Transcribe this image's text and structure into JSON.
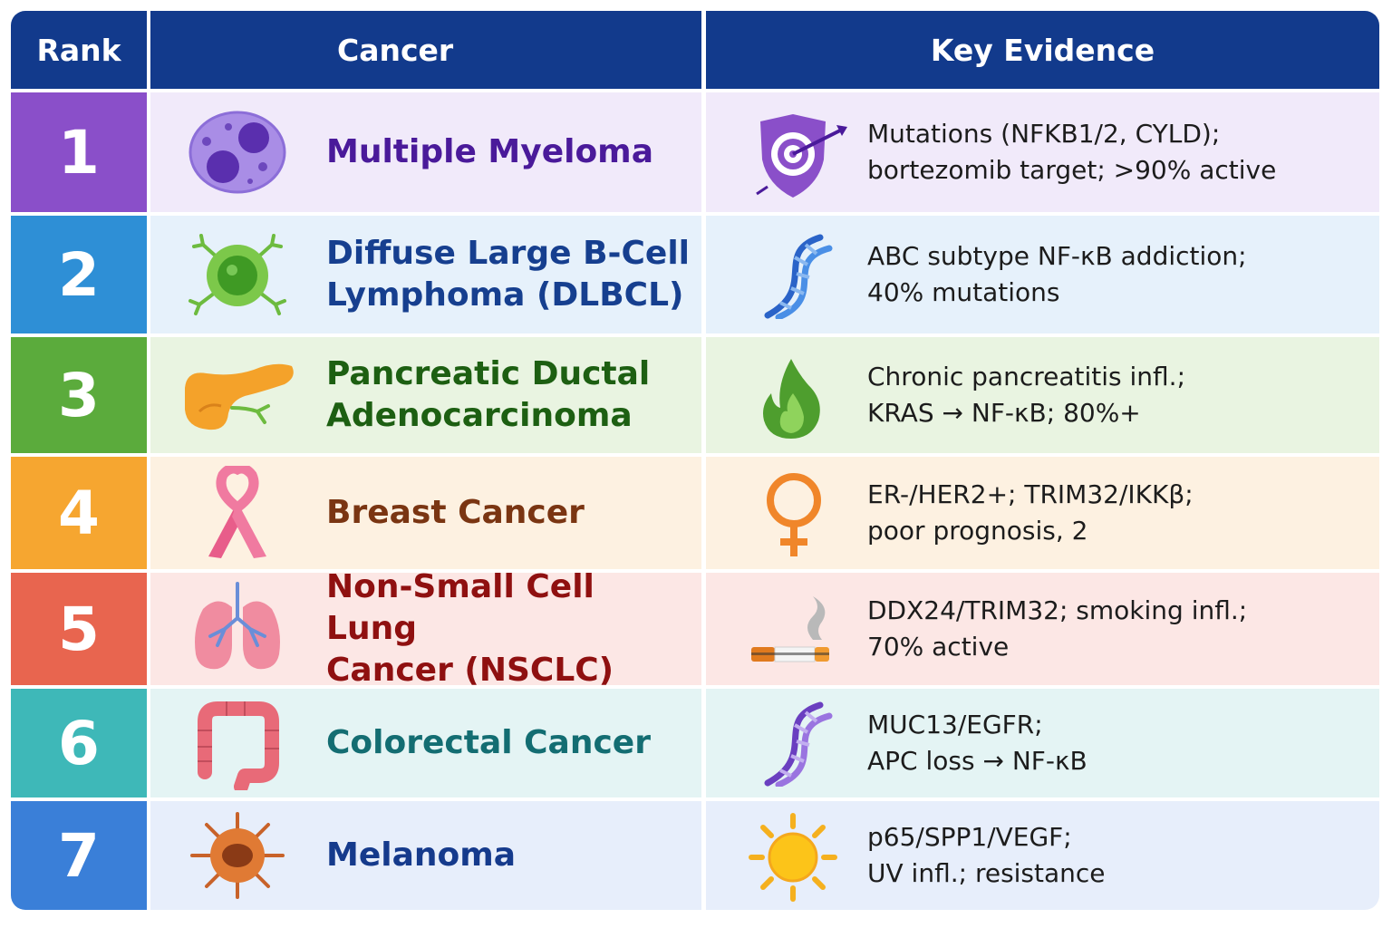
{
  "table": {
    "headers": {
      "rank": "Rank",
      "cancer": "Cancer",
      "evidence": "Key Evidence"
    },
    "header_color": "#123a8c",
    "rows": [
      {
        "rank": "1",
        "cancer": "Multiple Myeloma",
        "evidence": "Mutations (NFKB1/2, CYLD);\nbortezomib target; >90% active",
        "cancer_icon": "myeloma-cell-icon",
        "evidence_icon": "target-shield-icon",
        "rank_color": "#8a4fc9",
        "tint": "#f1eafa",
        "name_color": "#4a1a9a"
      },
      {
        "rank": "2",
        "cancer": "Diffuse Large B-Cell\nLymphoma (DLBCL)",
        "evidence": "ABC subtype NF-κB addiction;\n40% mutations",
        "cancer_icon": "b-cell-icon",
        "evidence_icon": "dna-icon",
        "rank_color": "#2e8fd6",
        "tint": "#e6f1fb",
        "name_color": "#163f8f"
      },
      {
        "rank": "3",
        "cancer": "Pancreatic Ductal\nAdenocarcinoma",
        "evidence": "Chronic pancreatitis infl.;\nKRAS → NF-κB; 80%+",
        "cancer_icon": "pancreas-icon",
        "evidence_icon": "flame-icon",
        "rank_color": "#5bab3c",
        "tint": "#e9f4e1",
        "name_color": "#1d5f12"
      },
      {
        "rank": "4",
        "cancer": "Breast Cancer",
        "evidence": "ER-/HER2+; TRIM32/IKKβ;\npoor prognosis, 2",
        "cancer_icon": "pink-ribbon-icon",
        "evidence_icon": "female-symbol-icon",
        "rank_color": "#f6a630",
        "tint": "#fdf1e1",
        "name_color": "#7a3512"
      },
      {
        "rank": "5",
        "cancer": "Non-Small Cell Lung\nCancer (NSCLC)",
        "evidence": "DDX24/TRIM32; smoking infl.;\n70% active",
        "cancer_icon": "lungs-icon",
        "evidence_icon": "cigarette-icon",
        "rank_color": "#e8654f",
        "tint": "#fce7e5",
        "name_color": "#8f1010"
      },
      {
        "rank": "6",
        "cancer": "Colorectal Cancer",
        "evidence": "MUC13/EGFR;\nAPC loss → NF-κB",
        "cancer_icon": "colon-icon",
        "evidence_icon": "dna-icon",
        "rank_color": "#3eb8b8",
        "tint": "#e4f4f4",
        "name_color": "#136d72"
      },
      {
        "rank": "7",
        "cancer": "Melanoma",
        "evidence": "p65/SPP1/VEGF;\nUV infl.; resistance",
        "cancer_icon": "melanocyte-icon",
        "evidence_icon": "sun-icon",
        "rank_color": "#3a7fd8",
        "tint": "#e7eefb",
        "name_color": "#153a8c"
      }
    ]
  }
}
